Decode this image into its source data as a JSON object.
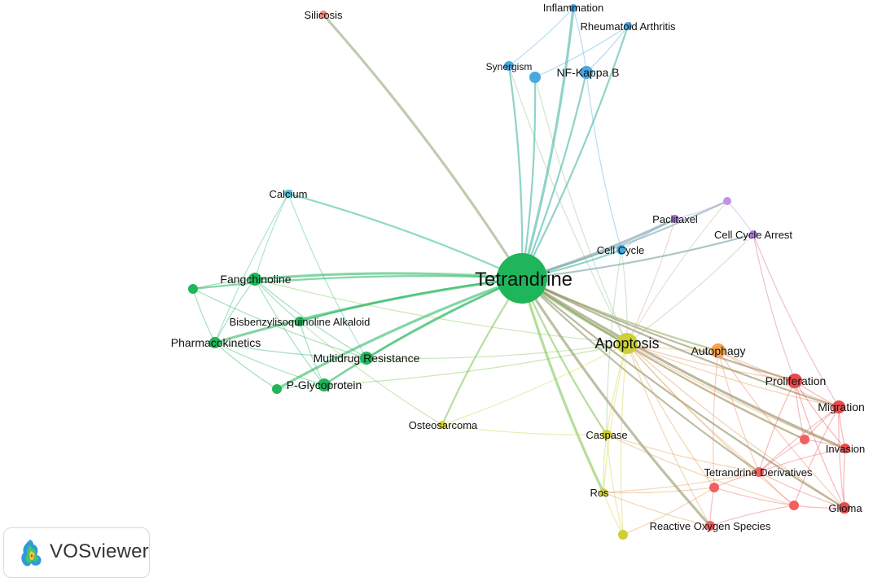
{
  "network": {
    "nodes": [
      {
        "id": "tetrandrine",
        "label": "Tetrandrine",
        "color": "#1fb55a"
      },
      {
        "id": "apoptosis",
        "label": "Apoptosis",
        "color": "#cdd033"
      },
      {
        "id": "autophagy",
        "label": "Autophagy",
        "color": "#f6a34a"
      },
      {
        "id": "nfkb",
        "label": "NF-Kappa B",
        "color": "#4aa8e0"
      },
      {
        "id": "inflammation",
        "label": "Inflammation",
        "color": "#4aa8e0"
      },
      {
        "id": "ra",
        "label": "Rheumatoid Arthritis",
        "color": "#4aa8e0"
      },
      {
        "id": "synergism",
        "label": "Synergism",
        "color": "#4aa8e0"
      },
      {
        "id": "nfkb2",
        "label": "",
        "color": "#4aa8e0"
      },
      {
        "id": "silicosis",
        "label": "Silicosis",
        "color": "#f08a80"
      },
      {
        "id": "calcium",
        "label": "Calcium",
        "color": "#3ec3de"
      },
      {
        "id": "cellcycle",
        "label": "Cell Cycle",
        "color": "#4aa8e0"
      },
      {
        "id": "paclitaxel",
        "label": "Paclitaxel",
        "color": "#b07be0"
      },
      {
        "id": "ccarrest",
        "label": "Cell Cycle Arrest",
        "color": "#b07be0"
      },
      {
        "id": "purple1",
        "label": "",
        "color": "#c091e8"
      },
      {
        "id": "fangchinoline",
        "label": "Fangchinoline",
        "color": "#1fb55a"
      },
      {
        "id": "green_left",
        "label": "",
        "color": "#1fb55a"
      },
      {
        "id": "bisbenz",
        "label": "Bisbenzylisoquinoline Alkaloid",
        "color": "#1fb55a"
      },
      {
        "id": "pharmacokinetics",
        "label": "Pharmacokinetics",
        "color": "#1fb55a"
      },
      {
        "id": "mdr",
        "label": "Multidrug Resistance",
        "color": "#1fb55a"
      },
      {
        "id": "pgp",
        "label": "P-Glycoprotein",
        "color": "#1fb55a"
      },
      {
        "id": "green_small",
        "label": "",
        "color": "#1fb55a"
      },
      {
        "id": "osteosarcoma",
        "label": "Osteosarcoma",
        "color": "#d8cf3a"
      },
      {
        "id": "caspase",
        "label": "Caspase",
        "color": "#cdd033"
      },
      {
        "id": "ros",
        "label": "Ros",
        "color": "#cdd033"
      },
      {
        "id": "yellow_bottom",
        "label": "",
        "color": "#cdd033"
      },
      {
        "id": "proliferation",
        "label": "Proliferation",
        "color": "#e84a4a"
      },
      {
        "id": "migration",
        "label": "Migration",
        "color": "#e84a4a"
      },
      {
        "id": "invasion",
        "label": "Invasion",
        "color": "#e84a4a"
      },
      {
        "id": "red_mid",
        "label": "",
        "color": "#f06060"
      },
      {
        "id": "tetderiv",
        "label": "Tetrandrine Derivatives",
        "color": "#f06060"
      },
      {
        "id": "red_a",
        "label": "",
        "color": "#f06060"
      },
      {
        "id": "red_b",
        "label": "",
        "color": "#f06060"
      },
      {
        "id": "glioma",
        "label": "Glioma",
        "color": "#e84a4a"
      },
      {
        "id": "ros_full",
        "label": "Reactive Oxygen Species",
        "color": "#f06060"
      }
    ],
    "edges": [
      [
        "tetrandrine",
        "apoptosis"
      ],
      [
        "tetrandrine",
        "autophagy"
      ],
      [
        "tetrandrine",
        "nfkb"
      ],
      [
        "tetrandrine",
        "inflammation"
      ],
      [
        "tetrandrine",
        "ra"
      ],
      [
        "tetrandrine",
        "synergism"
      ],
      [
        "tetrandrine",
        "silicosis"
      ],
      [
        "tetrandrine",
        "calcium"
      ],
      [
        "tetrandrine",
        "cellcycle"
      ],
      [
        "tetrandrine",
        "paclitaxel"
      ],
      [
        "tetrandrine",
        "ccarrest"
      ],
      [
        "tetrandrine",
        "purple1"
      ],
      [
        "tetrandrine",
        "fangchinoline"
      ],
      [
        "tetrandrine",
        "green_left"
      ],
      [
        "tetrandrine",
        "bisbenz"
      ],
      [
        "tetrandrine",
        "pharmacokinetics"
      ],
      [
        "tetrandrine",
        "mdr"
      ],
      [
        "tetrandrine",
        "pgp"
      ],
      [
        "tetrandrine",
        "green_small"
      ],
      [
        "tetrandrine",
        "osteosarcoma"
      ],
      [
        "tetrandrine",
        "caspase"
      ],
      [
        "tetrandrine",
        "ros"
      ],
      [
        "tetrandrine",
        "proliferation"
      ],
      [
        "tetrandrine",
        "migration"
      ],
      [
        "tetrandrine",
        "invasion"
      ],
      [
        "tetrandrine",
        "tetderiv"
      ],
      [
        "tetrandrine",
        "glioma"
      ],
      [
        "tetrandrine",
        "ros_full"
      ],
      [
        "tetrandrine",
        "red_mid"
      ],
      [
        "tetrandrine",
        "nfkb2"
      ],
      [
        "nfkb",
        "inflammation"
      ],
      [
        "nfkb",
        "ra"
      ],
      [
        "synergism",
        "inflammation"
      ],
      [
        "nfkb2",
        "ra"
      ],
      [
        "nfkb",
        "cellcycle"
      ],
      [
        "nfkb2",
        "apoptosis"
      ],
      [
        "synergism",
        "apoptosis"
      ],
      [
        "calcium",
        "fangchinoline"
      ],
      [
        "calcium",
        "pharmacokinetics"
      ],
      [
        "calcium",
        "mdr"
      ],
      [
        "fangchinoline",
        "green_left"
      ],
      [
        "fangchinoline",
        "bisbenz"
      ],
      [
        "fangchinoline",
        "pharmacokinetics"
      ],
      [
        "fangchinoline",
        "pgp"
      ],
      [
        "fangchinoline",
        "mdr"
      ],
      [
        "green_left",
        "pharmacokinetics"
      ],
      [
        "green_left",
        "mdr"
      ],
      [
        "pharmacokinetics",
        "pgp"
      ],
      [
        "pharmacokinetics",
        "mdr"
      ],
      [
        "pharmacokinetics",
        "green_small"
      ],
      [
        "mdr",
        "pgp"
      ],
      [
        "pgp",
        "green_small"
      ],
      [
        "bisbenz",
        "pgp"
      ],
      [
        "mdr",
        "apoptosis"
      ],
      [
        "pgp",
        "apoptosis"
      ],
      [
        "fangchinoline",
        "apoptosis"
      ],
      [
        "osteosarcoma",
        "apoptosis"
      ],
      [
        "osteosarcoma",
        "caspase"
      ],
      [
        "bisbenz",
        "osteosarcoma"
      ],
      [
        "apoptosis",
        "autophagy"
      ],
      [
        "apoptosis",
        "caspase"
      ],
      [
        "apoptosis",
        "ros"
      ],
      [
        "apoptosis",
        "yellow_bottom"
      ],
      [
        "apoptosis",
        "proliferation"
      ],
      [
        "apoptosis",
        "migration"
      ],
      [
        "apoptosis",
        "invasion"
      ],
      [
        "apoptosis",
        "tetderiv"
      ],
      [
        "apoptosis",
        "glioma"
      ],
      [
        "apoptosis",
        "ros_full"
      ],
      [
        "apoptosis",
        "red_a"
      ],
      [
        "apoptosis",
        "red_b"
      ],
      [
        "apoptosis",
        "red_mid"
      ],
      [
        "apoptosis",
        "cellcycle"
      ],
      [
        "apoptosis",
        "paclitaxel"
      ],
      [
        "apoptosis",
        "ccarrest"
      ],
      [
        "caspase",
        "ros"
      ],
      [
        "caspase",
        "yellow_bottom"
      ],
      [
        "ros",
        "yellow_bottom"
      ],
      [
        "ros",
        "ros_full"
      ],
      [
        "ros",
        "tetderiv"
      ],
      [
        "ros",
        "red_a"
      ],
      [
        "caspase",
        "tetderiv"
      ],
      [
        "caspase",
        "red_b"
      ],
      [
        "autophagy",
        "proliferation"
      ],
      [
        "autophagy",
        "migration"
      ],
      [
        "autophagy",
        "glioma"
      ],
      [
        "autophagy",
        "red_a"
      ],
      [
        "autophagy",
        "tetderiv"
      ],
      [
        "proliferation",
        "migration"
      ],
      [
        "proliferation",
        "invasion"
      ],
      [
        "proliferation",
        "red_mid"
      ],
      [
        "proliferation",
        "tetderiv"
      ],
      [
        "proliferation",
        "glioma"
      ],
      [
        "migration",
        "invasion"
      ],
      [
        "migration",
        "red_mid"
      ],
      [
        "migration",
        "glioma"
      ],
      [
        "migration",
        "tetderiv"
      ],
      [
        "migration",
        "red_b"
      ],
      [
        "invasion",
        "glioma"
      ],
      [
        "invasion",
        "red_mid"
      ],
      [
        "invasion",
        "tetderiv"
      ],
      [
        "red_mid",
        "tetderiv"
      ],
      [
        "tetderiv",
        "red_a"
      ],
      [
        "tetderiv",
        "red_b"
      ],
      [
        "tetderiv",
        "glioma"
      ],
      [
        "red_a",
        "red_b"
      ],
      [
        "red_a",
        "ros_full"
      ],
      [
        "red_b",
        "ros_full"
      ],
      [
        "red_b",
        "glioma"
      ],
      [
        "ccarrest",
        "purple1"
      ],
      [
        "paclitaxel",
        "purple1"
      ],
      [
        "paclitaxel",
        "cellcycle"
      ],
      [
        "ccarrest",
        "proliferation"
      ],
      [
        "ccarrest",
        "migration"
      ],
      [
        "purple1",
        "apoptosis"
      ],
      [
        "cellcycle",
        "caspase"
      ],
      [
        "yellow_bottom",
        "red_a"
      ]
    ]
  },
  "logo": {
    "text": "VOSviewer"
  }
}
